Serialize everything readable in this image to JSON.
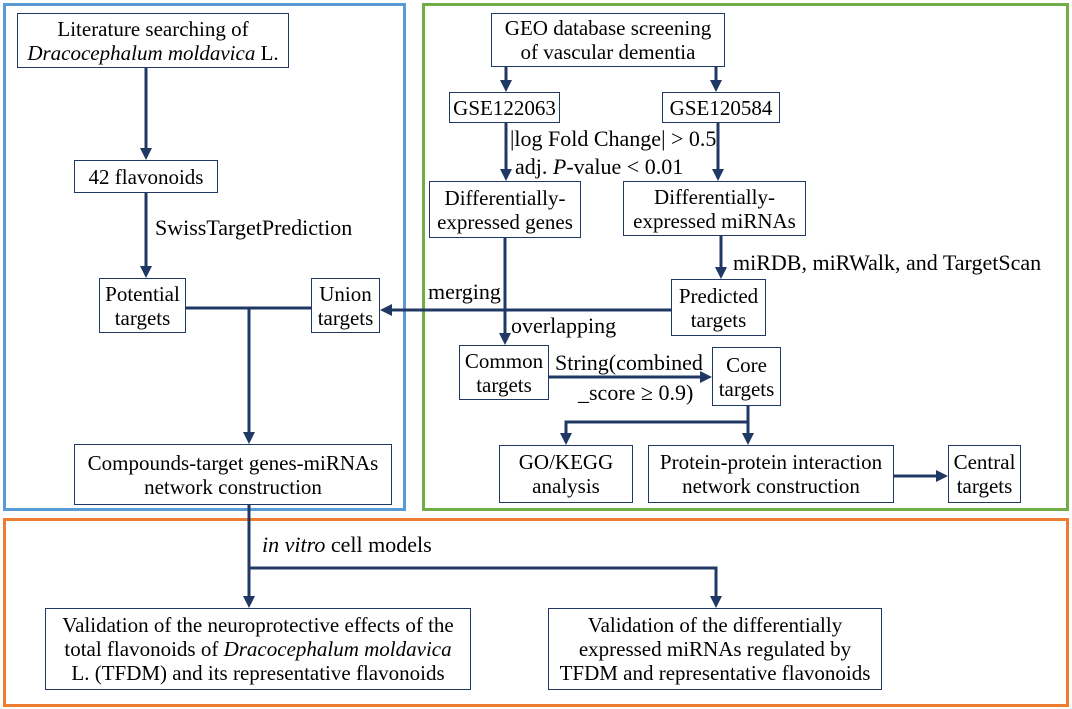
{
  "colors": {
    "panel_literature": "#5b9bd5",
    "panel_geo": "#70ad47",
    "panel_validation": "#ed7d31",
    "box_border": "#1f3864",
    "arrow": "#1f3864",
    "text": "#000000"
  },
  "nodes": {
    "literature_search": {
      "line1": "Literature searching of",
      "line2_italic": "Dracocephalum moldavica",
      "line2_rest": " L."
    },
    "flavonoids": {
      "line1": "42 flavonoids"
    },
    "potential_targets": {
      "line1": "Potential",
      "line2": "targets"
    },
    "union_targets": {
      "line1": "Union",
      "line2": "targets"
    },
    "network_construction": {
      "line1": "Compounds-target genes-miRNAs",
      "line2": "network construction"
    },
    "geo_screening": {
      "line1": "GEO database screening",
      "line2": "of vascular dementia"
    },
    "gse122063": {
      "line1": "GSE122063"
    },
    "gse120584": {
      "line1": "GSE120584"
    },
    "de_genes": {
      "line1": "Differentially-",
      "line2": "expressed genes"
    },
    "de_mirnas": {
      "line1": "Differentially-",
      "line2": "expressed miRNAs"
    },
    "predicted_targets": {
      "line1": "Predicted",
      "line2": "targets"
    },
    "common_targets": {
      "line1": "Common",
      "line2": "targets"
    },
    "core_targets": {
      "line1": "Core",
      "line2": "targets"
    },
    "go_kegg": {
      "line1": "GO/KEGG",
      "line2": "analysis"
    },
    "ppi_network": {
      "line1": "Protein-protein interaction",
      "line2": "network construction"
    },
    "central_targets": {
      "line1": "Central",
      "line2": "targets"
    },
    "validation_neuroprotective": {
      "line1": "Validation of the neuroprotective effects of the",
      "line2_rest": "total flavonoids of ",
      "line2_italic": "Dracocephalum moldavica",
      "line3": "L. (TFDM) and its representative flavonoids"
    },
    "validation_mirnas": {
      "line1": "Validation of the differentially",
      "line2": "expressed miRNAs regulated by",
      "line3": "TFDM and representative flavonoids"
    }
  },
  "edge_labels": {
    "swiss_target_prediction": "SwissTargetPrediction",
    "fold_change": "|log Fold Change| > 0.5",
    "adj_pvalue": {
      "prefix": "adj. ",
      "italic": "P",
      "suffix": "-value < 0.01"
    },
    "target_databases": "miRDB, miRWalk, and TargetScan",
    "merging": "merging",
    "overlapping": "overlapping",
    "string_score": {
      "line1": "String(combined",
      "line2": "_score ≥ 0.9)"
    },
    "cell_models": {
      "italic": "in vitro",
      "suffix": " cell models"
    }
  }
}
